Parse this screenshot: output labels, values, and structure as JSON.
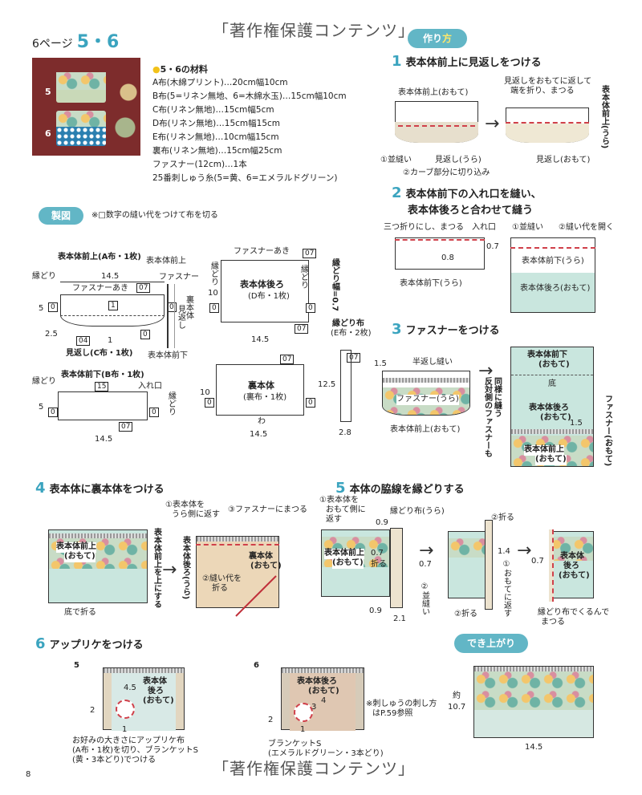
{
  "header": {
    "page_ref": "6ページ",
    "numbers": "5・6",
    "watermark": "「著作権保護コンテンツ」",
    "page_number": "8"
  },
  "photo": {
    "label_5": "5",
    "label_6": "6"
  },
  "materials": {
    "title": "5・6の材料",
    "items": [
      "A布(木綿プリント)…20cm幅10cm",
      "B布(5=リネン無地、6=木綿水玉)…15cm幅10cm",
      "C布(リネン無地)…15cm幅5cm",
      "D布(リネン無地)…15cm幅15cm",
      "E布(リネン無地)…10cm幅15cm",
      "裏布(リネン無地)…15cm幅25cm",
      "ファスナー(12cm)…1本",
      "25番刺しゅう糸(5=黄、6=エメラルドグリーン)"
    ]
  },
  "pattern": {
    "badge": "製図",
    "note": "※□数字の縫い代をつけて布を切る",
    "front_upper": {
      "title": "表本体前上(A布・1枚)",
      "width": "14.5",
      "zipper": "ファスナーあき",
      "facing": "見返し(C布・1枚)",
      "bind": "縁どり",
      "d25": "2.5",
      "d1": "1",
      "d5": "5",
      "sa0": "0",
      "sa1": "1",
      "sa07": "07",
      "sa04": "04"
    },
    "side": {
      "t1": "表本体前上",
      "t2": "ファスナー",
      "t3": "裏本体",
      "t4": "見返し",
      "t5": "表本体前下"
    },
    "back": {
      "title": "表本体後ろ",
      "sub": "(D布・1枚)",
      "zipper": "ファスナーあき",
      "bind": "縁どり",
      "h": "10",
      "w": "14.5",
      "sa0": "0",
      "sa07": "07"
    },
    "bind_w": {
      "label": "縁どり幅=0.7"
    },
    "front_lower": {
      "title": "表本体前下(B布・1枚)",
      "bind_l": "縁どり",
      "bind_r": "縁どり",
      "opening": "入れ口",
      "h": "5",
      "w": "14.5",
      "sa0": "0",
      "sa15": "15",
      "sa07": "07"
    },
    "lining": {
      "title": "裏本体",
      "sub": "(裏布・1枚)",
      "fold": "わ",
      "h": "10",
      "w": "14.5",
      "sa0": "0",
      "sa07": "07"
    },
    "binding": {
      "title": "縁どり布",
      "sub": "(E布・2枚)",
      "h": "12.5",
      "w": "2.8",
      "sa07": "07"
    }
  },
  "method": {
    "badge_pre": "作り",
    "badge_post": "方",
    "step1": {
      "num": "1",
      "title": "表本体前上に見返しをつける",
      "l1": "表本体前上(おもて)",
      "l2": "①並縫い",
      "l3": "見返し(うら)",
      "l4": "②カーブ部分に切り込み",
      "r1": "見返しをおもてに返して",
      "r2": "端を折り、まつる",
      "r3": "表本体前上(うら)",
      "r4": "見返し(おもて)"
    },
    "step2": {
      "num": "2",
      "title1": "表本体前下の入れ口を縫い、",
      "title2": "表本体後ろと合わせて縫う",
      "l1": "三つ折りにし、まつる",
      "l2": "入れ口",
      "l3": "0.8",
      "l4": "0.7",
      "l5": "表本体前下(うら)",
      "r1": "①並縫い",
      "r2": "②縫い代を開く",
      "r3": "表本体前下(うら)",
      "r4": "表本体後ろ(おもて)"
    },
    "step3": {
      "num": "3",
      "title": "ファスナーをつける",
      "l1": "半返し縫い",
      "l2": "1.5",
      "l3": "ファスナー(うら)",
      "l4": "表本体前上(おもて)",
      "v1": "反対側のファスナーも",
      "v2": "同様に縫う",
      "r1": "表本体前下",
      "r2": "(おもて)",
      "r3": "底",
      "r4": "表本体後ろ",
      "r5": "(おもて)",
      "r6": "ファスナー(おもて)",
      "r7": "1.5",
      "r8": "表本体前上",
      "r9": "(おもて)"
    },
    "step4": {
      "num": "4",
      "title": "表本体に裏本体をつける",
      "l1": "表本体前上",
      "l2": "(おもて)",
      "l3": "底で折る",
      "l4": "表本体前上を上にする",
      "r1": "①表本体を",
      "r2": "うら側に返す",
      "r3": "③ファスナーにまつる",
      "r4": "表本体後ろ(うら)",
      "r5": "②縫い代を",
      "r6": "折る",
      "r7": "裏本体",
      "r8": "(おもて)"
    },
    "step5": {
      "num": "5",
      "title": "本体の脇線を縁どりする",
      "a1": "①表本体を",
      "a2": "おもて側に",
      "a3": "返す",
      "a4": "縁どり布(うら)",
      "a5": "0.9",
      "a6": "表本体前上",
      "a7": "(おもて)",
      "a8": "0.7",
      "a9": "折る",
      "a10": "0.9",
      "a11": "2.1",
      "a12": "②並縫い",
      "a13": "0.7",
      "b1": "②折る",
      "b2": "1.4",
      "b3": "①おもてに返す",
      "b4": "②折る",
      "c1": "0.7",
      "c2": "表本体",
      "c3": "後ろ",
      "c4": "(おもて)",
      "c5": "縁どり布でくるんで",
      "c6": "まつる"
    },
    "step6": {
      "num": "6",
      "title": "アップリケをつける",
      "n5": "5",
      "a1": "表本体",
      "a2": "後ろ",
      "a3": "(おもて)",
      "a4": "4.5",
      "a5": "2",
      "a6": "1",
      "a7": "お好みの大きさにアップリケ布",
      "a8": "(A布・1枚)を切り、ブランケットS",
      "a9": "(黄・3本どり)でつける",
      "n6": "6",
      "b1": "表本体後ろ",
      "b2": "(おもて)",
      "b3": "4",
      "b4": "3",
      "b5": "2",
      "b6": "1",
      "b7": "ブランケットS",
      "b8": "(エメラルドグリーン・3本どり)",
      "note1": "※刺しゅうの刺し方",
      "note2": "はP.59参照"
    },
    "finished": {
      "badge": "でき上がり",
      "h_label": "約",
      "h": "10.7",
      "w": "14.5"
    }
  }
}
